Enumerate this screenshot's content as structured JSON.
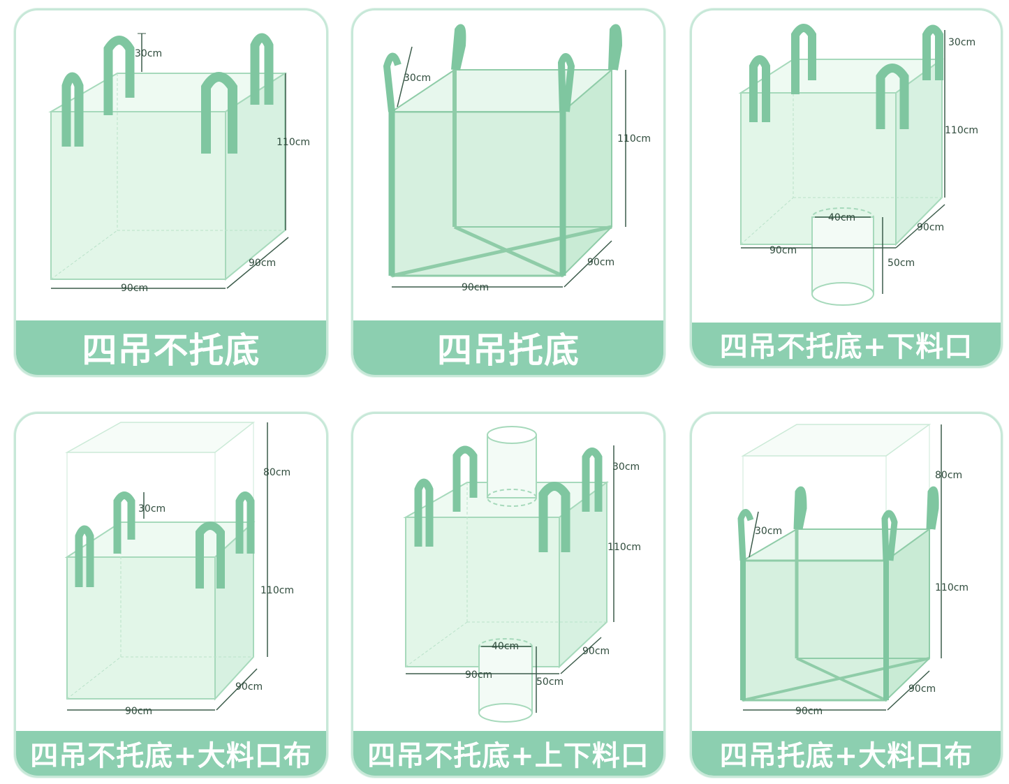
{
  "panels": [
    {
      "label": "四吊不托底",
      "dims": {
        "loop": "30cm",
        "height": "110cm",
        "width": "90cm",
        "depth": "90cm"
      }
    },
    {
      "label": "四吊托底",
      "dims": {
        "loop": "30cm",
        "height": "110cm",
        "width": "90cm",
        "depth": "90cm"
      }
    },
    {
      "label": "四吊不托底+下料口",
      "dims": {
        "loop": "30cm",
        "height": "110cm",
        "width": "90cm",
        "depth": "90cm",
        "spout_dia": "40cm",
        "spout_len": "50cm"
      }
    },
    {
      "label": "四吊不托底+大料口布",
      "dims": {
        "loop": "30cm",
        "skirt": "80cm",
        "height": "110cm",
        "width": "90cm",
        "depth": "90cm"
      }
    },
    {
      "label": "四吊不托底+上下料口",
      "dims": {
        "loop": "30cm",
        "height": "110cm",
        "width": "90cm",
        "depth": "90cm",
        "spout_dia": "40cm",
        "spout_len": "50cm"
      }
    },
    {
      "label": "四吊托底+大料口布",
      "dims": {
        "loop": "30cm",
        "skirt": "80cm",
        "height": "110cm",
        "width": "90cm",
        "depth": "90cm"
      }
    }
  ],
  "colors": {
    "accent": "#8ccfb0",
    "bag_fill": "#e2f6e8",
    "bag_edge": "#9fd6b5",
    "strap": "#7fc6a0"
  }
}
